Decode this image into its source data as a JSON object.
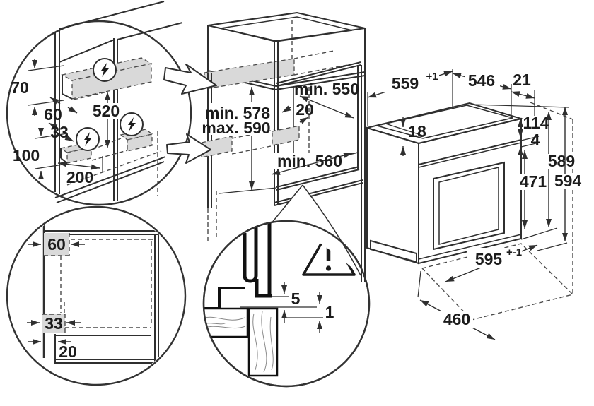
{
  "colors": {
    "line": "#2f2f2f",
    "zone_fill": "#d9d9d9",
    "background": "#ffffff"
  },
  "icons": {
    "power": "lightning-bolt-in-circle",
    "warning": "exclamation-triangle"
  },
  "labels": {
    "electrical_detail": {
      "h70": "70",
      "w60": "60",
      "h520": "520",
      "w33": "33",
      "h100": "100",
      "w200": "200"
    },
    "cabinet": {
      "depth_top": "min. 550",
      "zone_offset": "20",
      "height_min": "min. 578",
      "height_max": "max. 590",
      "depth_bottom": "min. 560"
    },
    "oven": {
      "niche_width": "559",
      "niche_width_tol": "+1",
      "width": "546",
      "gap_right": "21",
      "top_recess": "18",
      "h114": "114",
      "h4": "4",
      "door_height": "471",
      "h589": "589",
      "h594": "594",
      "bottom_width": "595",
      "bottom_width_tol": "+-1",
      "depth": "460"
    },
    "plan_detail": {
      "w60": "60",
      "w33": "33",
      "w20": "20"
    },
    "gap_detail": {
      "gap_top": "5",
      "gap_bottom": "1"
    }
  }
}
